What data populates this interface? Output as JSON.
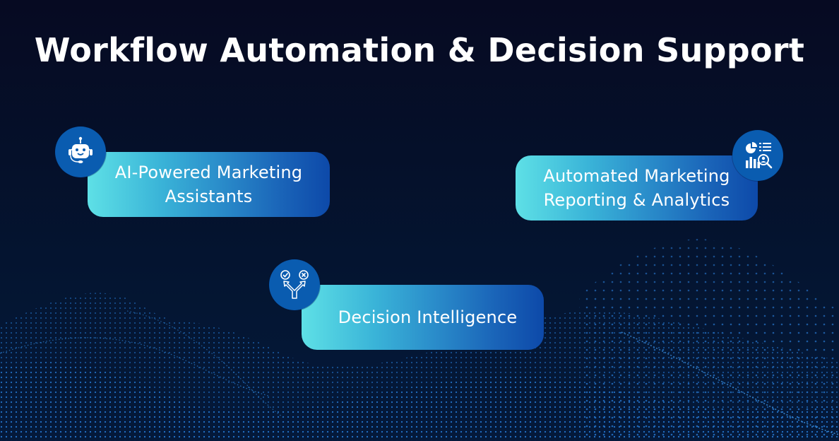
{
  "title": "Workflow Automation & Decision Support",
  "colors": {
    "background_top": "#060a22",
    "background_bottom": "#04193a",
    "card_gradient_start": "#5ee0e6",
    "card_gradient_end": "#0d49a9",
    "badge": "#0a5cb0",
    "text": "#ffffff",
    "wave_dots": "#1e7be0"
  },
  "cards": [
    {
      "id": "ai-assistants",
      "line1": "AI-Powered Marketing",
      "line2": "Assistants",
      "icon": "robot-chatbot-icon"
    },
    {
      "id": "reporting-analytics",
      "line1": "Automated Marketing",
      "line2": "Reporting & Analytics",
      "icon": "analytics-report-icon"
    },
    {
      "id": "decision-intelligence",
      "line1": "Decision Intelligence",
      "icon": "decision-fork-icon"
    }
  ]
}
